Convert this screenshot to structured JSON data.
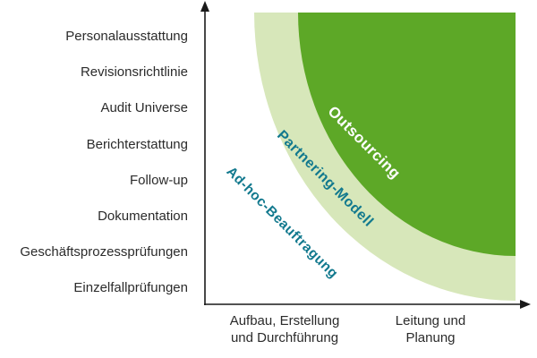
{
  "colors": {
    "dark_green": "#5da827",
    "light_green": "#d7e7ba",
    "teal": "#12798e",
    "axis": "#1a1a1a",
    "outsourcing_text": "#ffffff"
  },
  "y_axis": {
    "labels": [
      "Personalausstattung",
      "Revisionsrichtlinie",
      "Audit Universe",
      "Berichterstattung",
      "Follow-up",
      "Dokumentation",
      "Geschäftsprozessprüfungen",
      "Einzelfallprüfungen"
    ]
  },
  "x_axis": {
    "groups": [
      {
        "lines": [
          "Aufbau, Erstellung",
          "und Durchführung"
        ]
      },
      {
        "lines": [
          "Leitung und",
          "Planung"
        ]
      }
    ]
  },
  "zones": [
    {
      "label": "Outsourcing"
    },
    {
      "label": "Partnering-Modell"
    },
    {
      "label": "Ad-hoc-Beauftragung"
    }
  ]
}
